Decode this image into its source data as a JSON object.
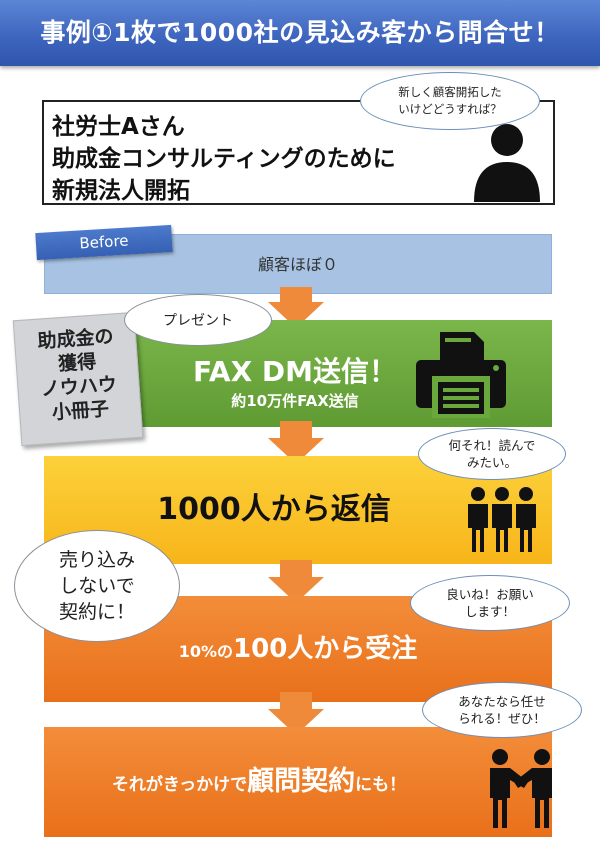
{
  "title": "事例①1枚で1000社の見込み客から問合せ！",
  "persona": {
    "lines": [
      "社労士Aさん",
      "助成金コンサルティングのために",
      "新規法人開拓"
    ],
    "bubble": "新しく顧客開拓した\nいけどどうすれば？"
  },
  "before": {
    "tag": "Before",
    "text": "顧客ほぼ０"
  },
  "present_bubble": "プレゼント",
  "booklet": "助成金の\n獲得\nノウハウ\n小冊子",
  "fax_step": {
    "title": "FAX DM送信！",
    "subtitle": "約10万件FAX送信"
  },
  "reply_step": {
    "text": "1000人から返信",
    "bubble": "何それ！読んで\nみたい。"
  },
  "order_step": {
    "prefix": "10%の",
    "main": "100人から受注",
    "bubble": "良いね！お願い\nします！"
  },
  "no_sell_bubble": "売り込み\nしないで\n契約に！",
  "contract_step": {
    "prefix": "それがきっかけで",
    "main": "顧問契約",
    "suffix": "にも！",
    "bubble": "あなたなら任せ\nられる！ぜひ！"
  },
  "icons": {
    "person": "person-icon",
    "fax": "fax-machine-icon",
    "group": "group-people-icon",
    "handshake": "handshake-icon"
  },
  "colors": {
    "title_bar": "#3f66bf",
    "before_bar": "#a7c2e3",
    "fax_bar": "#6aa83c",
    "reply_bar": "#f9c22a",
    "order_bar": "#ee7d2a",
    "arrow": "#ef8a3a"
  }
}
